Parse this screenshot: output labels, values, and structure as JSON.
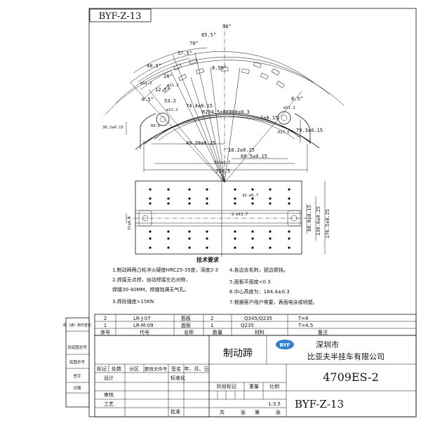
{
  "drawing_code_top": "BYF-Z-13",
  "drawing_code_bottom": "BYF-Z-13",
  "angles": [
    "98°",
    "85.5°",
    "70°",
    "57.5°",
    "40.5°",
    "28°",
    "12.5°",
    "8.5°",
    "8.5°"
  ],
  "arc_dims": [
    "8.59°",
    "53.2",
    "74.4±0.15",
    "R204.5±0.3",
    "R200±0.3",
    "2±0.15",
    "R17.5",
    "79.3±0.15",
    "30.2±0.15",
    "R9.5",
    "ø11.2",
    "ø11.2",
    "ø11.2",
    "ø11.2"
  ],
  "lower_dims": [
    "49.28±0.25",
    "18.2±0.25",
    "60.5±0.15",
    "313±0.2",
    "314.5"
  ],
  "plan_dims": [
    "37±0.4",
    "88.8±0.15",
    "139.6±0.25",
    "176.5±0.25",
    "32-ø6.7",
    "2-ø12.7"
  ],
  "tech_title": "技术要求",
  "tech_left": [
    "1.制动蹄两凸轮淬火硬度HRC25-35度，深度2-3",
    "2.焊接无点焊，自动焊接左右对称，",
    "焊缝30-40MM，焊缝饱满无气孔。",
    "3.焊段强度>15KN"
  ],
  "tech_right": [
    "4.各边去毛刺，锐边倒钝。",
    "5.面板平面度<0.3",
    "6.中心高度为：184.4±0.3",
    "7.根据客户用户需要，表面电泳或喷塑。"
  ],
  "bom_rows": [
    {
      "no": "2",
      "code": "LR-J-07",
      "name": "筋板",
      "qty": "2",
      "mat": "Q345/Q235",
      "note": "T=8"
    },
    {
      "no": "1",
      "code": "LR-M-09",
      "name": "面板",
      "qty": "1",
      "mat": "Q235",
      "note": "T=4.5"
    }
  ],
  "bom_head": {
    "no": "序号",
    "code": "代号",
    "name": "名称",
    "qty": "数量",
    "mat": "材料",
    "note": "备注"
  },
  "left_col": [
    "借（通）用件登记",
    "旧底图总号",
    "底图总号",
    "签字",
    "日期"
  ],
  "sig_head": [
    "标记",
    "处数",
    "分区",
    "更改文件号",
    "签名",
    "年、月、日"
  ],
  "sig_rows": [
    "设计",
    "标准化",
    "审核",
    "工艺",
    "批准"
  ],
  "stage_head": [
    "阶段标记",
    "重量",
    "比例"
  ],
  "scale": "1:3.5",
  "sheets": [
    "共",
    "张",
    "第",
    "张"
  ],
  "part_name": "制动蹄",
  "company_logo": "BYF",
  "company_line1": "深圳市",
  "company_line2": "比亚夫半挂车有限公司",
  "part_number": "4709ES-2"
}
